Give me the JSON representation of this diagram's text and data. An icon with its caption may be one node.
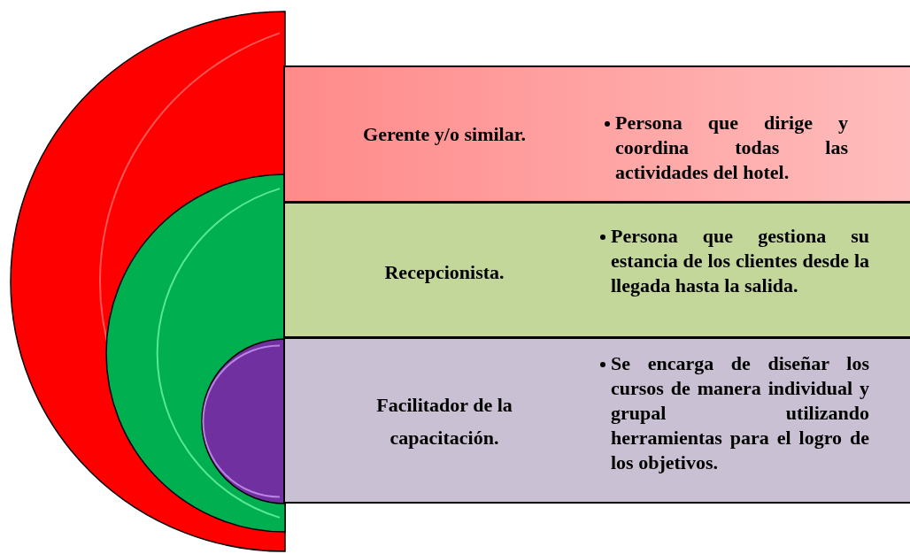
{
  "diagram": {
    "nodes": [
      {
        "text": [],
        "shape": "semicircle"
      },
      {
        "text": [],
        "shape": "semicircle",
        "in": 0
      },
      {
        "text": [],
        "shape": "semicircle",
        "in": 1
      },
      {
        "text": [
          "Gerente y/o similar.",
          "Persona que dirige y coordina todas las actividades del hotel."
        ]
      },
      {
        "text": [
          "Recepcionista.",
          "Persona que gestiona su estancia de los clientes desde la llegada hasta la salida."
        ]
      },
      {
        "text": [
          "Facilitador de la capacitación.",
          "Se encarga de diseñar los cursos de manera individual y grupal utilizando herramientas para el logro de los objetivos."
        ]
      }
    ]
  }
}
